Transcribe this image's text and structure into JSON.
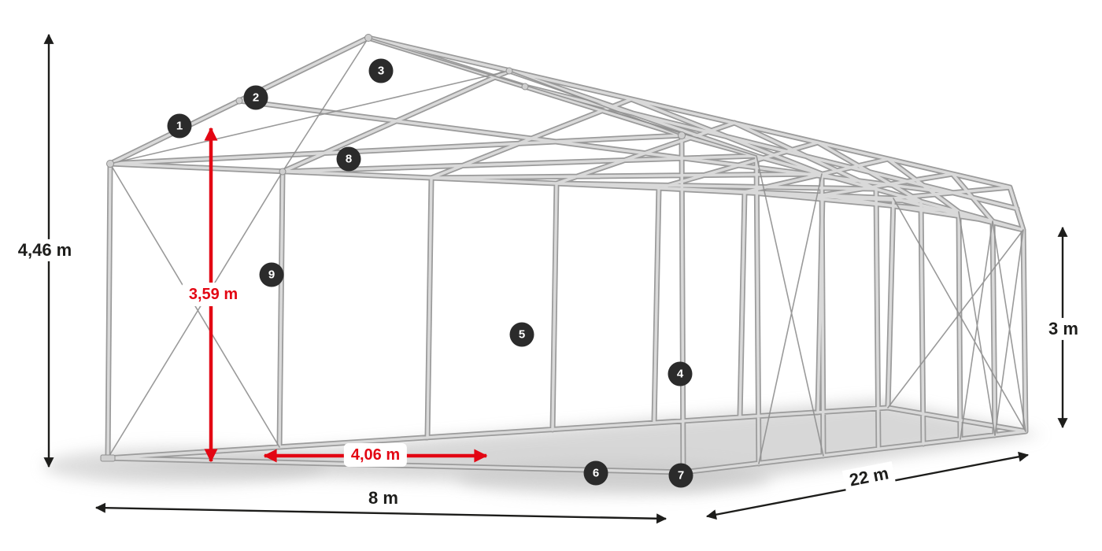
{
  "dimensions": {
    "total_height": "4,46 m",
    "ridge_clear_height": "3,59 m",
    "inner_width": "4,06 m",
    "width": "8 m",
    "length": "22 m",
    "side_height": "3 m"
  },
  "badges": [
    {
      "n": "1"
    },
    {
      "n": "2"
    },
    {
      "n": "3"
    },
    {
      "n": "4"
    },
    {
      "n": "5"
    },
    {
      "n": "6"
    },
    {
      "n": "7"
    },
    {
      "n": "8"
    },
    {
      "n": "9"
    }
  ],
  "colors": {
    "dimension_red": "#e30613",
    "dimension_black": "#1d1d1b",
    "badge_background": "#2b2b2b",
    "frame_gray": "#b5b5b5"
  }
}
